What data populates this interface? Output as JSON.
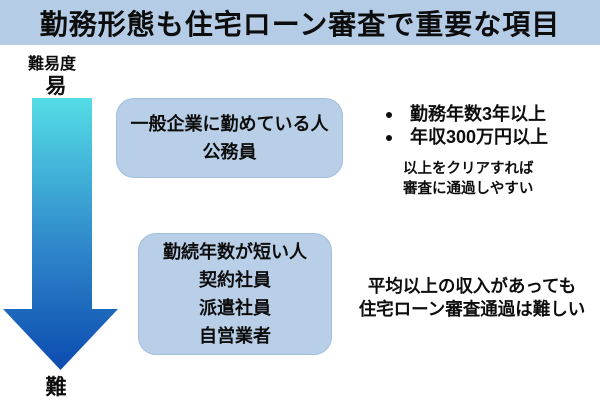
{
  "colors": {
    "band": "#b5cce7",
    "box": "#b9cfe7",
    "box-border": "#a0bedd",
    "arrow-top": "#54dde6",
    "arrow-mid": "#2f87ca",
    "arrow-bottom": "#0c4bb0",
    "ink": "#0d0d0d"
  },
  "title": "勤務形態も住宅ローン審査で重要な項目",
  "axis": {
    "label": "難易度",
    "easy": "易",
    "hard": "難"
  },
  "box1": {
    "lines": [
      "一般企業に勤めている人",
      "公務員"
    ]
  },
  "box2": {
    "lines": [
      "勤続年数が短い人",
      "契約社員",
      "派遣社員",
      "自営業者"
    ]
  },
  "criteria": {
    "bullets": [
      "勤務年数3年以上",
      "年収300万円以上"
    ],
    "note_lines": [
      "以上をクリアすれば",
      "審査に通過しやすい"
    ]
  },
  "hard_note": {
    "lines": [
      "平均以上の収入があっても",
      "住宅ローン審査通過は難しい"
    ]
  }
}
